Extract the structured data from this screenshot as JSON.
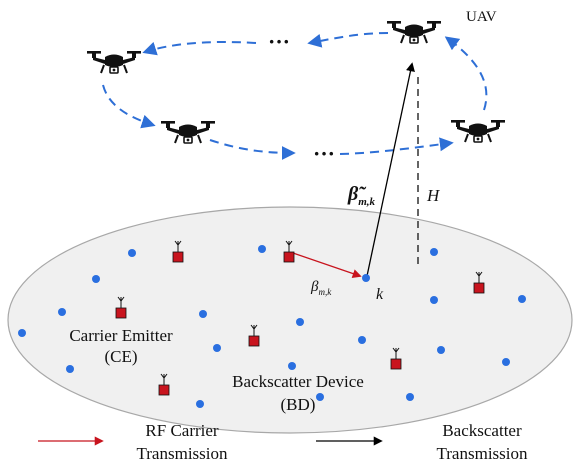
{
  "labels": {
    "uav": "UAV",
    "dots_top": "···",
    "dots_bottom": "···",
    "height": "H",
    "backscatter_channel": "β̃",
    "backscatter_channel_sub": "m,k",
    "rf_channel": "β",
    "rf_channel_sub": "m,k",
    "device_k": "k",
    "ce_line1": "Carrier Emitter",
    "ce_line2": "(CE)",
    "bd_line1": "Backscatter Device",
    "bd_line2": "(BD)"
  },
  "legend": {
    "rf_line1": "RF Carrier",
    "rf_line2": "Transmission",
    "bs_line1": "Backscatter",
    "bs_line2": "Transmission"
  },
  "colors": {
    "trajectory": "#2e6fd6",
    "rf_arrow": "#c8141e",
    "backscatter_arrow": "#000000",
    "emitter": "#c8141e",
    "device": "#2a6fe0",
    "ellipse_fill": "#f0f0f0",
    "ellipse_stroke": "#a8a8a8"
  },
  "icons": {
    "uav": "quadcopter-drone-icon",
    "emitter": "antenna-square-icon",
    "device": "dot-icon"
  }
}
